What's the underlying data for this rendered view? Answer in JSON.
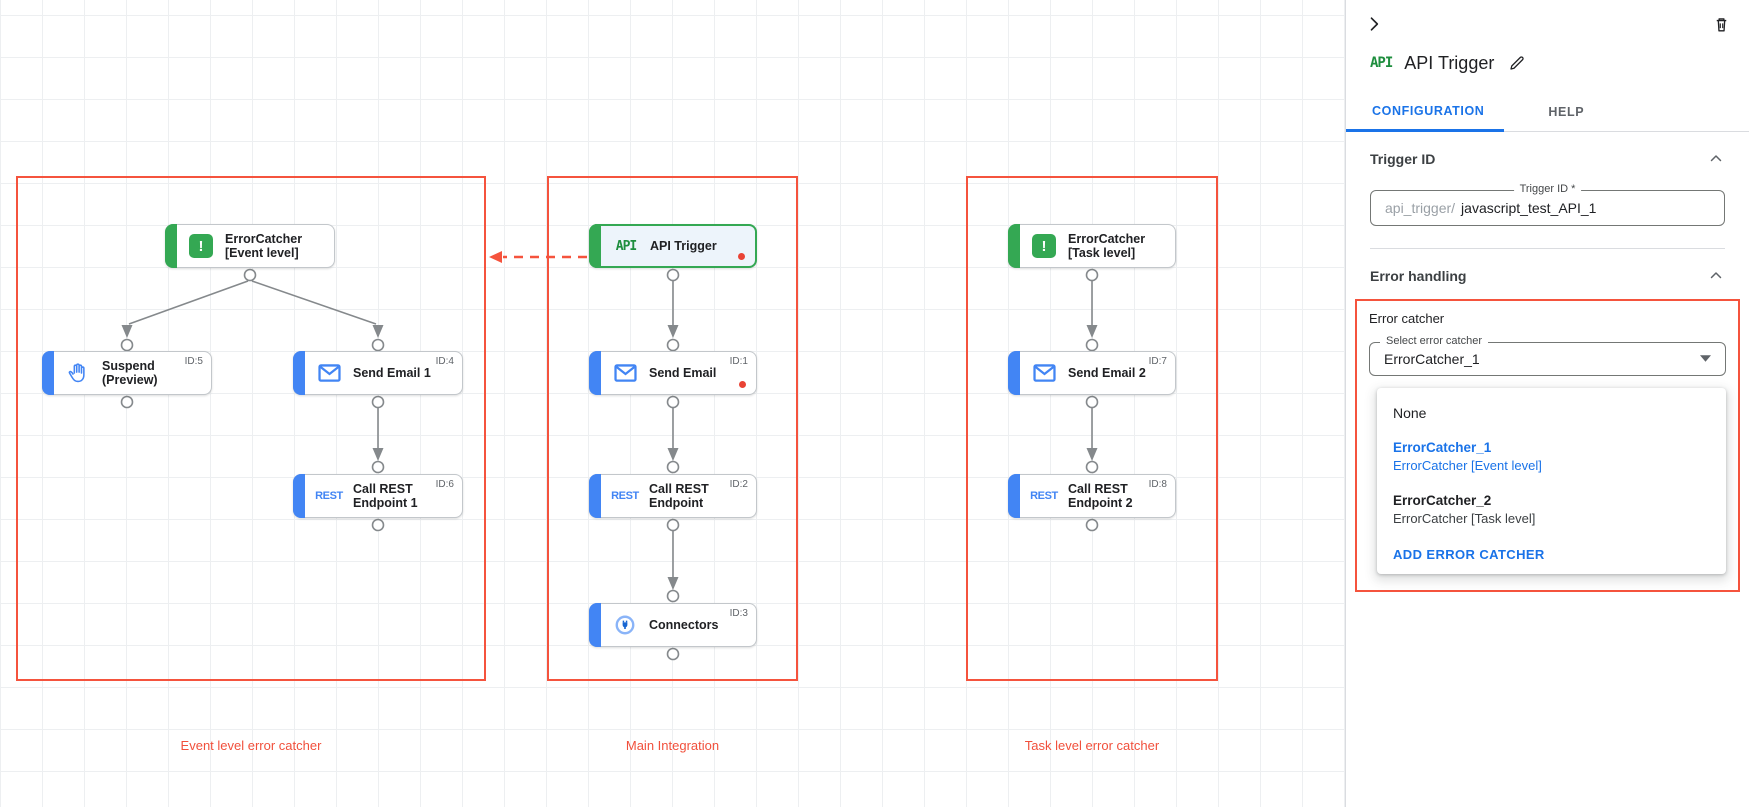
{
  "canvas": {
    "groups": [
      {
        "label": "Event level error catcher"
      },
      {
        "label": "Main Integration"
      },
      {
        "label": "Task level error catcher"
      }
    ],
    "nodes": [
      {
        "label": "ErrorCatcher [Event level]",
        "icon": "error-icon"
      },
      {
        "label": "Suspend (Preview)",
        "id": "ID:5",
        "icon": "hand-icon"
      },
      {
        "label": "Send Email 1",
        "id": "ID:4",
        "icon": "email-icon"
      },
      {
        "label": "Call REST Endpoint 1",
        "id": "ID:6",
        "icon": "rest-icon"
      },
      {
        "label": "API Trigger",
        "icon": "api-icon"
      },
      {
        "label": "Send Email",
        "id": "ID:1",
        "icon": "email-icon"
      },
      {
        "label": "Call REST Endpoint",
        "id": "ID:2",
        "icon": "rest-icon"
      },
      {
        "label": "Connectors",
        "id": "ID:3",
        "icon": "connector-icon"
      },
      {
        "label": "ErrorCatcher [Task level]",
        "icon": "error-icon"
      },
      {
        "label": "Send Email 2",
        "id": "ID:7",
        "icon": "email-icon"
      },
      {
        "label": "Call REST Endpoint 2",
        "id": "ID:8",
        "icon": "rest-icon"
      }
    ],
    "icon_text": {
      "api": "API",
      "rest": "REST",
      "error_mark": "!"
    }
  },
  "panel": {
    "title": "API Trigger",
    "title_icon_text": "API",
    "tabs": [
      {
        "label": "CONFIGURATION",
        "active": true
      },
      {
        "label": "HELP",
        "active": false
      }
    ],
    "trigger_id": {
      "heading": "Trigger ID",
      "field_label": "Trigger ID *",
      "prefix": "api_trigger/",
      "value": "javascript_test_API_1"
    },
    "error_handling": {
      "heading": "Error handling",
      "group_label": "Error catcher",
      "select_label": "Select error catcher",
      "select_value": "ErrorCatcher_1",
      "options": [
        {
          "name": "None",
          "desc": ""
        },
        {
          "name": "ErrorCatcher_1",
          "desc": "ErrorCatcher [Event level]",
          "selected": true
        },
        {
          "name": "ErrorCatcher_2",
          "desc": "ErrorCatcher [Task level]",
          "selected": false
        }
      ],
      "add_button": "ADD ERROR CATCHER"
    }
  },
  "colors": {
    "annotation_red": "#f5533d",
    "google_blue": "#4285f4",
    "google_green": "#34a853",
    "link_blue": "#1a73e8",
    "error_dot": "#e94335"
  }
}
